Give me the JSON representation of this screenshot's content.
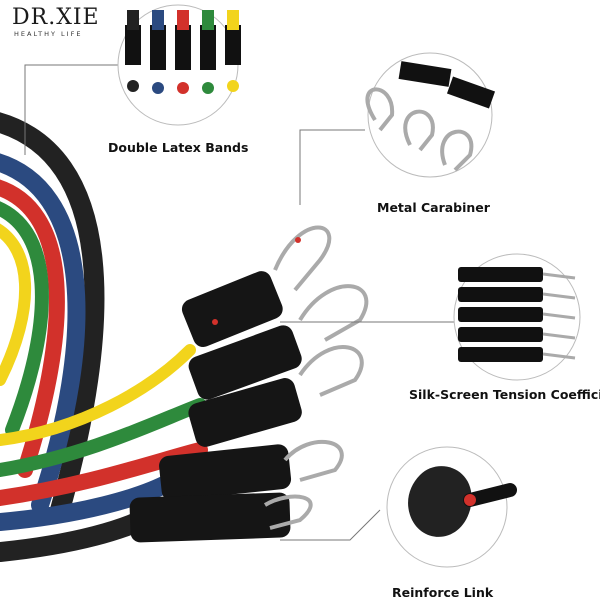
{
  "brand": {
    "name": "DR.XIE",
    "tagline": "HEALTHY LIFE"
  },
  "features": {
    "bands": "Double Latex Bands",
    "carabiner": "Metal Carabiner",
    "tension": "Silk-Screen Tension Coefficie",
    "reinforce": "Reinforce Link"
  },
  "colors": {
    "black": "#222222",
    "blue": "#2b4a80",
    "red": "#d2312b",
    "green": "#2e8a3c",
    "yellow": "#f2d41c"
  }
}
